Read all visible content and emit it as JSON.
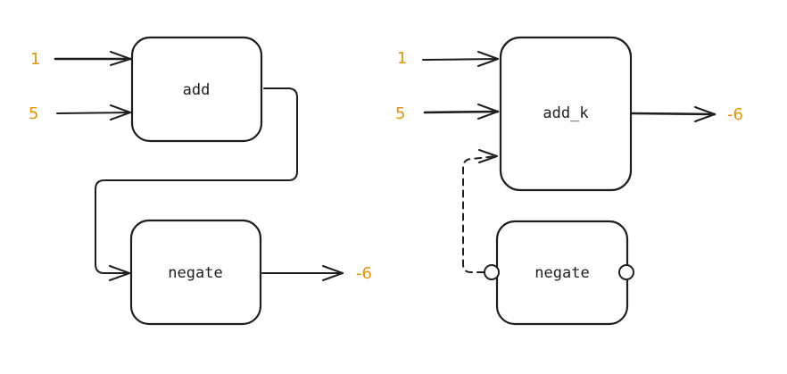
{
  "colors": {
    "stroke": "#1e1e1e",
    "value": "#e6930a",
    "background": "#ffffff"
  },
  "left_diagram": {
    "inputs": [
      "1",
      "5"
    ],
    "nodes": {
      "add": "add",
      "negate": "negate"
    },
    "output": "-6"
  },
  "right_diagram": {
    "inputs": [
      "1",
      "5"
    ],
    "nodes": {
      "add_k": "add_k",
      "negate": "negate"
    },
    "output": "-6"
  }
}
